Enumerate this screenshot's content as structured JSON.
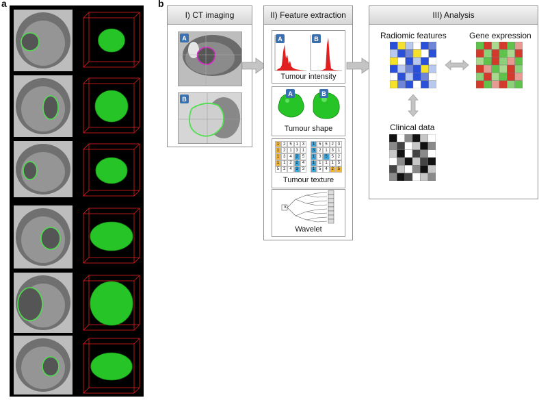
{
  "panel_a_label": "a",
  "panel_b_label": "b",
  "sections": {
    "ct": {
      "title": "I) CT imaging",
      "badge_a": "A",
      "badge_b": "B"
    },
    "features": {
      "title": "II) Feature extraction",
      "intensity": "Tumour intensity",
      "shape": "Tumour shape",
      "texture": "Tumour texture",
      "wavelet": "Wavelet",
      "badge_a": "A",
      "badge_b": "B",
      "wavelet_symbol": "x"
    },
    "analysis": {
      "title": "III) Analysis",
      "radiomic": "Radiomic features",
      "gene": "Gene expression",
      "clinical": "Clinical data"
    }
  },
  "texture_matrix_a": [
    [
      "1",
      "2",
      "5",
      "1",
      "3"
    ],
    [
      "1",
      "2",
      "1",
      "3",
      "1"
    ],
    [
      "1",
      "3",
      "4",
      "2",
      "5"
    ],
    [
      "1",
      "1",
      "2",
      "2",
      "4"
    ],
    [
      "5",
      "2",
      "4",
      "3",
      "3"
    ]
  ],
  "texture_matrix_b": [
    [
      "1",
      "5",
      "5",
      "2",
      "3"
    ],
    [
      "3",
      "2",
      "1",
      "3",
      "1"
    ],
    [
      "1",
      "3",
      "5",
      "5",
      "2"
    ],
    [
      "1",
      "1",
      "1",
      "1",
      "5"
    ],
    [
      "1",
      "5",
      "4",
      "2",
      "5"
    ]
  ],
  "colors": {
    "contour_green": "#4fe04f",
    "cube_red": "#e02020",
    "tumour_green": "#27c427",
    "arrow_gray": "#c4c4c4",
    "ct_magenta": "#d030c0"
  }
}
